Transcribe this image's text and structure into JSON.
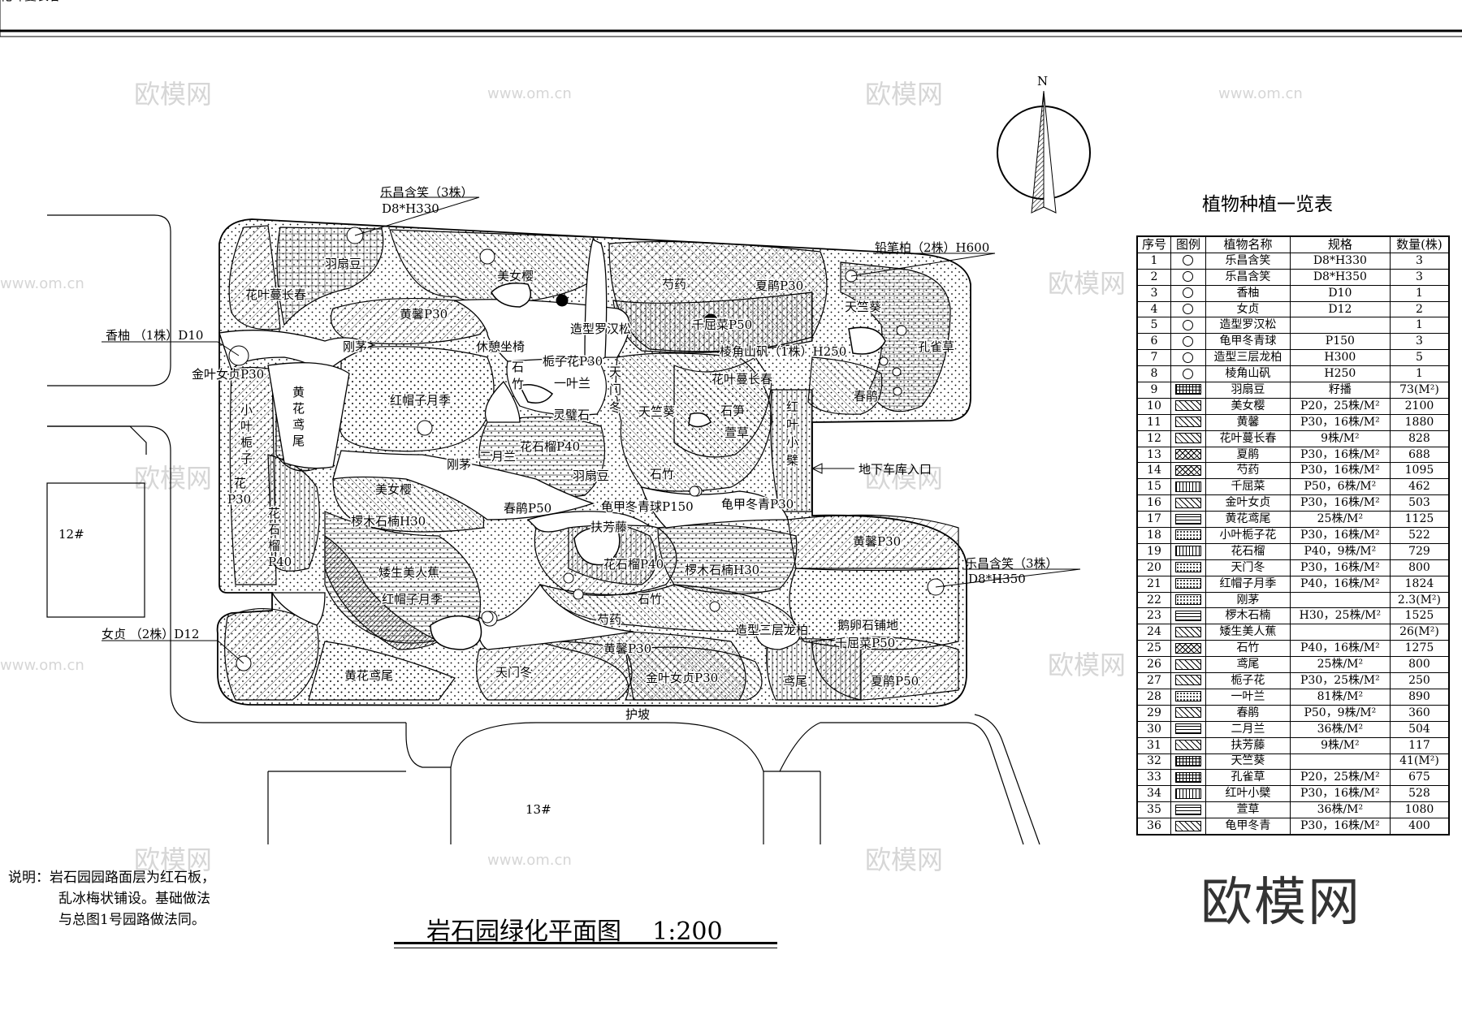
{
  "drawing_title": "岩石园绿化平面图    1:200",
  "table_title": "植物种植一览表",
  "table_headers": [
    "序号",
    "图例",
    "植物名称",
    "规格",
    "数量(株)"
  ],
  "plant_rows": [
    {
      "no": "1",
      "name": "乐昌含笑",
      "spec": "D8*H330",
      "qty": "3",
      "legend": "sym"
    },
    {
      "no": "2",
      "name": "乐昌含笑",
      "spec": "D8*H350",
      "qty": "3",
      "legend": "sym"
    },
    {
      "no": "3",
      "name": "香柚",
      "spec": "D10",
      "qty": "1",
      "legend": "sym"
    },
    {
      "no": "4",
      "name": "女贞",
      "spec": "D12",
      "qty": "2",
      "legend": "sym"
    },
    {
      "no": "5",
      "name": "造型罗汉松",
      "spec": "",
      "qty": "1",
      "legend": "sym"
    },
    {
      "no": "6",
      "name": "龟甲冬青球",
      "spec": "P150",
      "qty": "3",
      "legend": "sym"
    },
    {
      "no": "7",
      "name": "造型三层龙柏",
      "spec": "H300",
      "qty": "5",
      "legend": "sym"
    },
    {
      "no": "8",
      "name": "棱角山矾",
      "spec": "H250",
      "qty": "1",
      "legend": "sym"
    },
    {
      "no": "9",
      "name": "羽扇豆",
      "spec": "籽播",
      "qty": "73(M²)",
      "legend": "grid"
    },
    {
      "no": "10",
      "name": "美女樱",
      "spec": "P20，25株/M²",
      "qty": "2100",
      "legend": "diag"
    },
    {
      "no": "11",
      "name": "黄馨",
      "spec": "P30，16株/M²",
      "qty": "1880",
      "legend": "diag"
    },
    {
      "no": "12",
      "name": "花叶蔓长春",
      "spec": "9株/M²",
      "qty": "828",
      "legend": "diag"
    },
    {
      "no": "13",
      "name": "夏鹃",
      "spec": "P30，16株/M²",
      "qty": "688",
      "legend": "cross"
    },
    {
      "no": "14",
      "name": "芍药",
      "spec": "P30，16株/M²",
      "qty": "1095",
      "legend": "cross"
    },
    {
      "no": "15",
      "name": "千屈菜",
      "spec": "P50，6株/M²",
      "qty": "462",
      "legend": "vert"
    },
    {
      "no": "16",
      "name": "金叶女贞",
      "spec": "P30，16株/M²",
      "qty": "503",
      "legend": "diag"
    },
    {
      "no": "17",
      "name": "黄花鸢尾",
      "spec": "25株/M²",
      "qty": "1125",
      "legend": "horiz"
    },
    {
      "no": "18",
      "name": "小叶栀子花",
      "spec": "P30，16株/M²",
      "qty": "522",
      "legend": "dots"
    },
    {
      "no": "19",
      "name": "花石榴",
      "spec": "P40，9株/M²",
      "qty": "729",
      "legend": "vert"
    },
    {
      "no": "20",
      "name": "天门冬",
      "spec": "P30，16株/M²",
      "qty": "800",
      "legend": "dots"
    },
    {
      "no": "21",
      "name": "红帽子月季",
      "spec": "P40，16株/M²",
      "qty": "1824",
      "legend": "dots"
    },
    {
      "no": "22",
      "name": "刚茅",
      "spec": "",
      "qty": "2.3(M²)",
      "legend": "dots"
    },
    {
      "no": "23",
      "name": "椤木石楠",
      "spec": "H30，25株/M²",
      "qty": "1525",
      "legend": "horiz"
    },
    {
      "no": "24",
      "name": "矮生美人蕉",
      "spec": "",
      "qty": "26(M²)",
      "legend": "diag"
    },
    {
      "no": "25",
      "name": "石竹",
      "spec": "P40，16株/M²",
      "qty": "1275",
      "legend": "cross"
    },
    {
      "no": "26",
      "name": "鸢尾",
      "spec": "25株/M²",
      "qty": "800",
      "legend": "diag"
    },
    {
      "no": "27",
      "name": "栀子花",
      "spec": "P30，25株/M²",
      "qty": "250",
      "legend": "diag"
    },
    {
      "no": "28",
      "name": "一叶兰",
      "spec": "81株/M²",
      "qty": "890",
      "legend": "dots"
    },
    {
      "no": "29",
      "name": "春鹃",
      "spec": "P50，9株/M²",
      "qty": "360",
      "legend": "diag"
    },
    {
      "no": "30",
      "name": "二月兰",
      "spec": "36株/M²",
      "qty": "504",
      "legend": "horiz"
    },
    {
      "no": "31",
      "name": "扶芳藤",
      "spec": "9株/M²",
      "qty": "117",
      "legend": "diag"
    },
    {
      "no": "32",
      "name": "天竺葵",
      "spec": "",
      "qty": "41(M²)",
      "legend": "grid"
    },
    {
      "no": "33",
      "name": "孔雀草",
      "spec": "P20，25株/M²",
      "qty": "675",
      "legend": "grid"
    },
    {
      "no": "34",
      "name": "红叶小檗",
      "spec": "P30，16株/M²",
      "qty": "528",
      "legend": "vert"
    },
    {
      "no": "35",
      "name": "萱草",
      "spec": "36株/M²",
      "qty": "1080",
      "legend": "horiz"
    },
    {
      "no": "36",
      "name": "龟甲冬青",
      "spec": "P30，16株/M²",
      "qty": "400",
      "legend": "diag"
    }
  ],
  "note": [
    "说明：岩石园园路面层为红石板，",
    "乱冰梅状铺设。基础做法",
    "与总图1号园路做法同。"
  ],
  "brand": "欧模网",
  "watermarks": [
    "欧模网",
    "www.om.cn"
  ],
  "compass_label": "N",
  "building_labels": [
    "12#",
    "13#"
  ],
  "callouts": {
    "lechang1": "乐昌含笑（3株）",
    "lechang1_spec": "D8*H330",
    "pencil": "铅笔柏（2株）H600",
    "pomelo": "香柚 （1株）D10",
    "privet": "女贞 （2株）D12",
    "lechang2": "乐昌含笑（3株）",
    "lechang2_spec": "D8*H350",
    "garage": "地下车库入口",
    "slope": "护坡"
  },
  "map_labels": [
    "羽扇豆",
    "美女樱",
    "芍药",
    "夏鹃P30",
    "天竺葵",
    "花叶蔓长春",
    "黄馨P30",
    "造型罗汉松",
    "千屈菜P50",
    "孔雀草",
    "刚茅",
    "休憩坐椅",
    "棱角山矾（1株）H250",
    "金叶女贞P30",
    "栀子花P30",
    "一叶兰",
    "天",
    "门",
    "冬",
    "石",
    "竹",
    "花叶蔓长春",
    "黄",
    "花",
    "鸢",
    "尾",
    "小",
    "叶",
    "栀",
    "子",
    "花",
    "P30",
    "红帽子月季",
    "灵璧石",
    "天竺葵",
    "石笋",
    "萱草",
    "红",
    "叶",
    "小",
    "檗",
    "春鹃",
    "刚茅",
    "二月兰",
    "花石榴P40",
    "羽扇豆",
    "石竹",
    "美女樱",
    "春鹃P50",
    "龟甲冬青球P150",
    "龟甲冬青P30",
    "花",
    "石",
    "榴",
    "P40",
    "椤木石楠H30",
    "扶芳藤",
    "黄馨P30",
    "矮生美人蕉",
    "花石榴P40",
    "椤木石楠H30",
    "红帽子月季",
    "石竹",
    "芍药",
    "造型三层龙柏",
    "鹅卵石铺地",
    "黄馨P30",
    "千屈菜P50",
    "黄花鸢尾",
    "天门冬",
    "金叶女贞P30",
    "鸢尾",
    "夏鹃P50",
    "花叶蔓长春"
  ]
}
